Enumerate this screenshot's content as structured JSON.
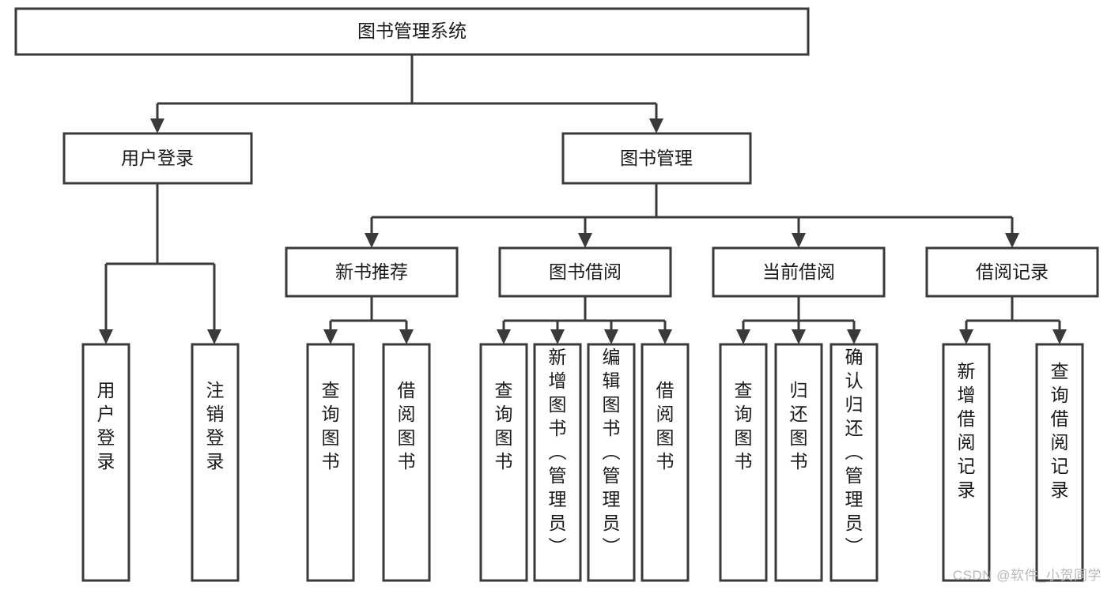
{
  "diagram": {
    "type": "tree-hierarchy",
    "title": "图书管理系统",
    "root": {
      "id": "root",
      "label": "图书管理系统"
    },
    "level1": [
      {
        "id": "user-login",
        "label": "用户登录"
      },
      {
        "id": "book-management",
        "label": "图书管理"
      }
    ],
    "level2": [
      {
        "id": "new-book-recommend",
        "label": "新书推荐",
        "parent": "book-management"
      },
      {
        "id": "book-borrow",
        "label": "图书借阅",
        "parent": "book-management"
      },
      {
        "id": "current-borrow",
        "label": "当前借阅",
        "parent": "book-management"
      },
      {
        "id": "borrow-record",
        "label": "借阅记录",
        "parent": "book-management"
      }
    ],
    "leaves": [
      {
        "id": "leaf-user-login",
        "label": "用户登录",
        "parent": "user-login"
      },
      {
        "id": "leaf-logout",
        "label": "注销登录",
        "parent": "user-login"
      },
      {
        "id": "leaf-query-book-1",
        "label": "查询图书",
        "parent": "new-book-recommend"
      },
      {
        "id": "leaf-borrow-book-1",
        "label": "借阅图书",
        "parent": "new-book-recommend"
      },
      {
        "id": "leaf-query-book-2",
        "label": "查询图书",
        "parent": "book-borrow"
      },
      {
        "id": "leaf-add-book",
        "label": "新增图书（管理员）",
        "parent": "book-borrow"
      },
      {
        "id": "leaf-edit-book",
        "label": "编辑图书（管理员）",
        "parent": "book-borrow"
      },
      {
        "id": "leaf-borrow-book-2",
        "label": "借阅图书",
        "parent": "book-borrow"
      },
      {
        "id": "leaf-query-book-3",
        "label": "查询图书",
        "parent": "current-borrow"
      },
      {
        "id": "leaf-return-book",
        "label": "归还图书",
        "parent": "current-borrow"
      },
      {
        "id": "leaf-confirm-return",
        "label": "确认归还（管理员）",
        "parent": "current-borrow"
      },
      {
        "id": "leaf-add-record",
        "label": "新增借阅记录",
        "parent": "borrow-record"
      },
      {
        "id": "leaf-query-record",
        "label": "查询借阅记录",
        "parent": "borrow-record"
      }
    ],
    "colors": {
      "box_stroke": "#3a3a3a",
      "box_fill": "#ffffff",
      "text": "#1a1a1a",
      "background": "#ffffff",
      "watermark": "#b9b9b9"
    }
  },
  "watermark": {
    "text": "CSDN @软件_小贺同学"
  }
}
